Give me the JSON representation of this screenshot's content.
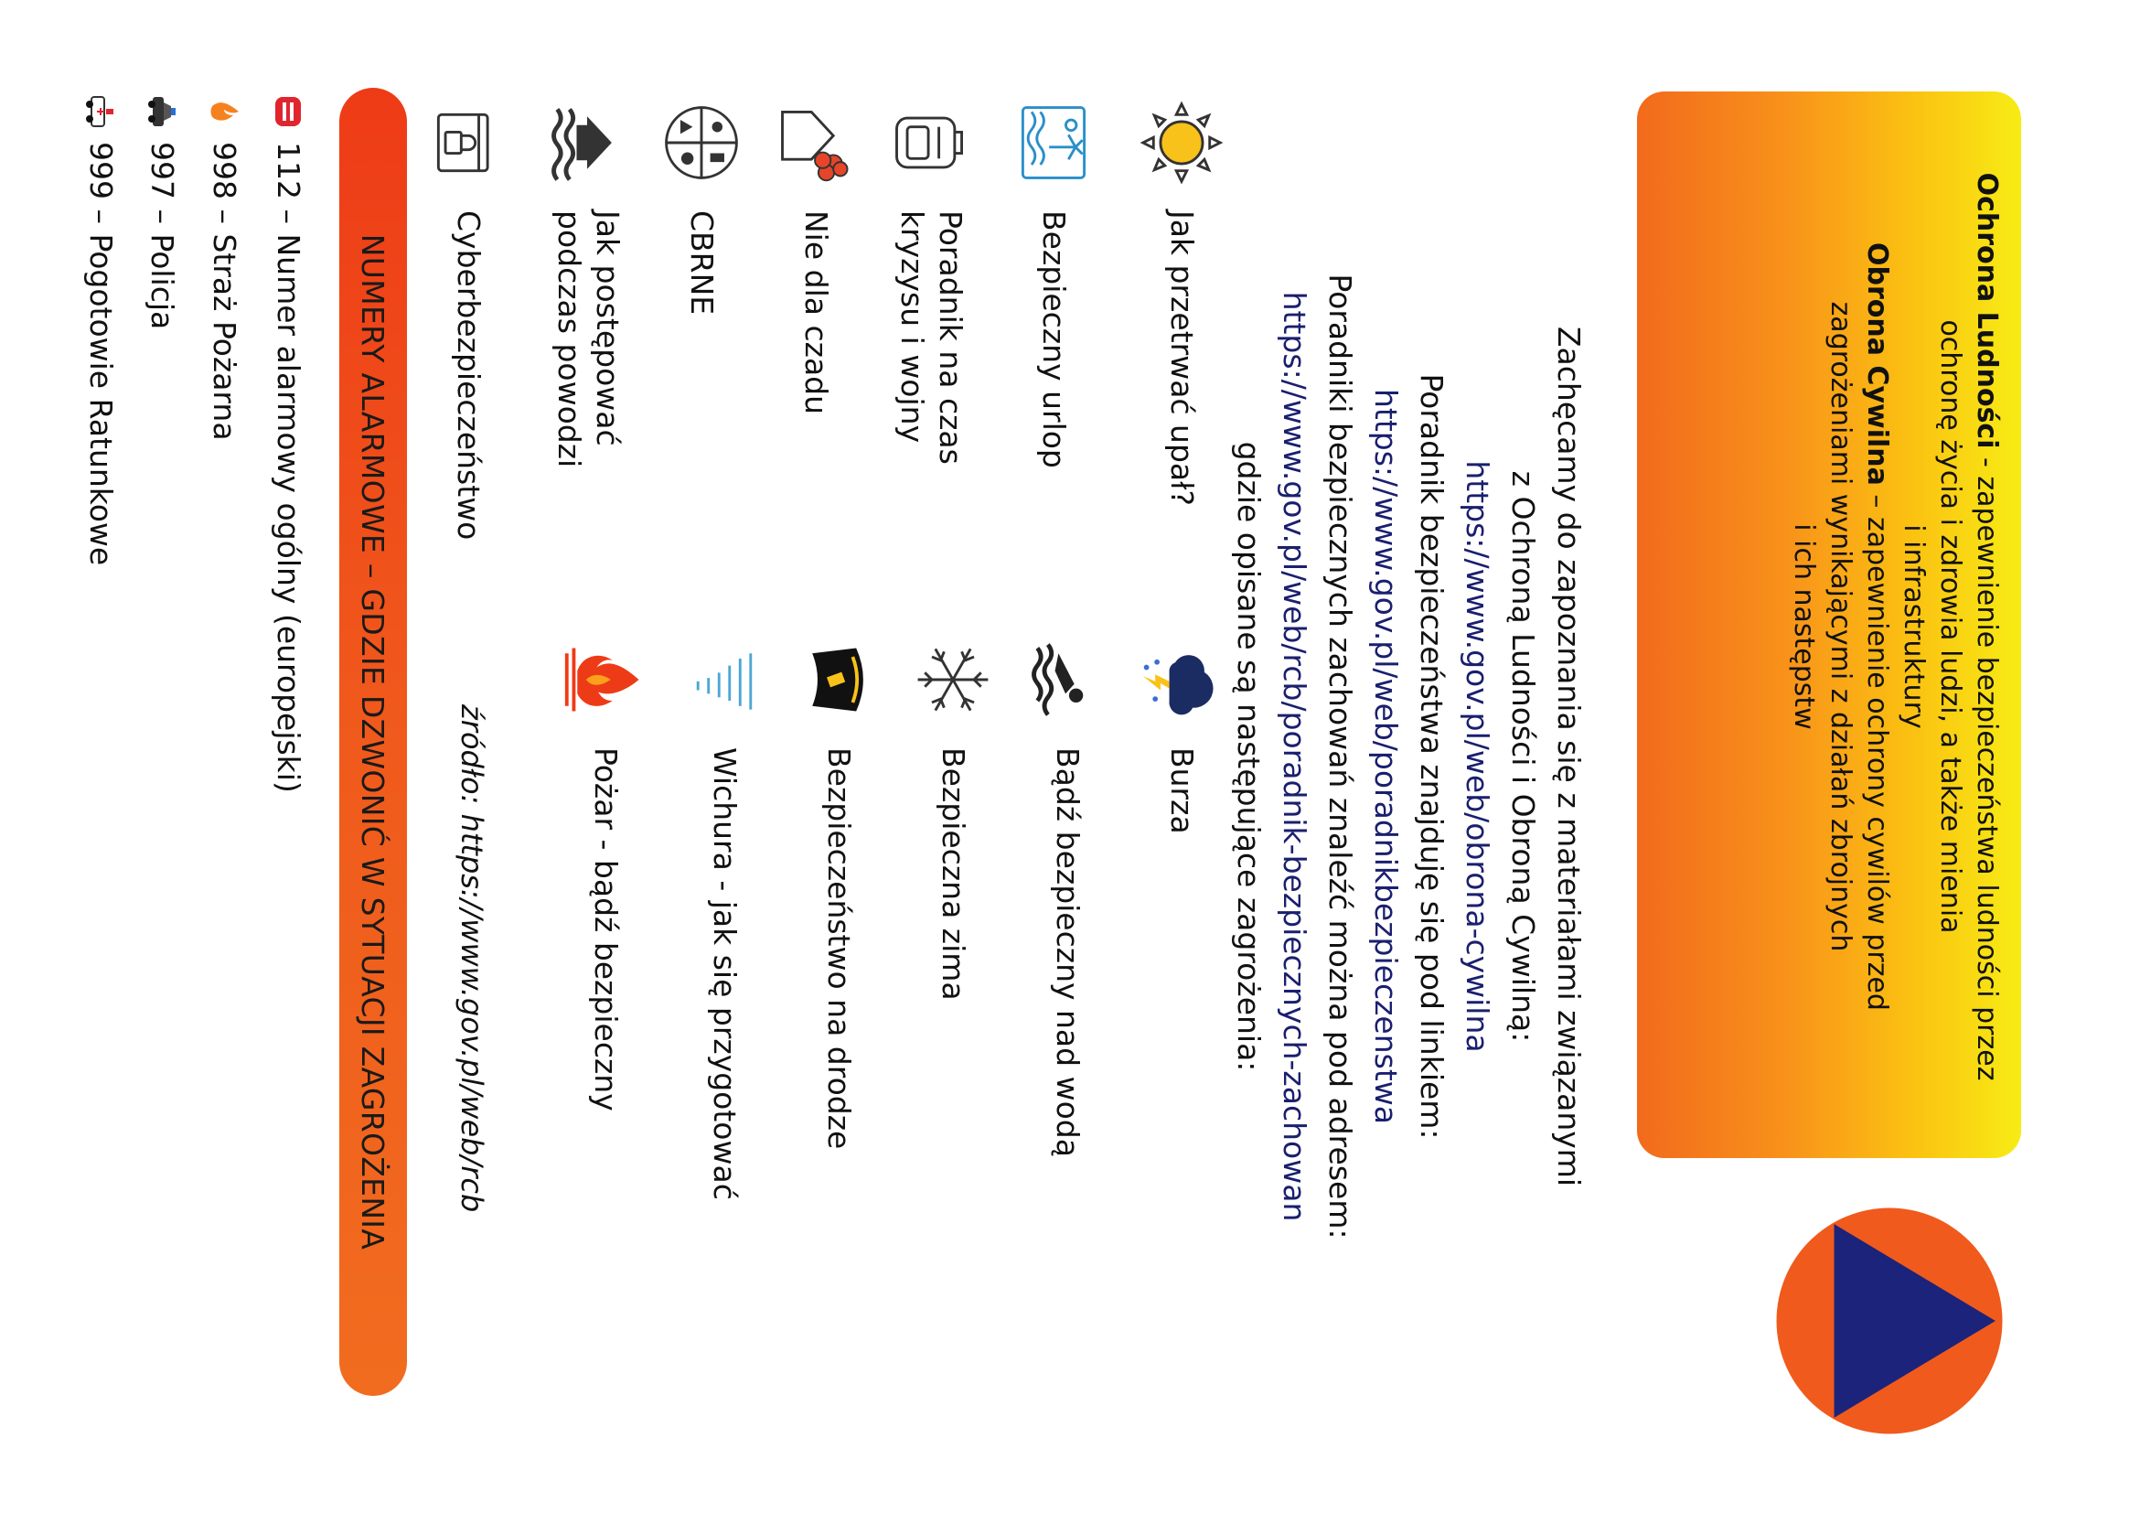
{
  "header": {
    "ochrona_title": "Ochrona Ludności",
    "ochrona_l1": " - zapewnienie bezpieczeństwa ludności przez",
    "ochrona_l2": "ochronę życia i zdrowia ludzi, a także mienia",
    "ochrona_l3": "i infrastruktury",
    "obrona_title": "Obrona Cywilna",
    "obrona_l1": " – zapewnienie ochrony cywilów przed",
    "obrona_l2": "zagrożeniami wynikającymi z działań zbrojnych",
    "obrona_l3": "i ich następstw"
  },
  "intro": {
    "l1": "Zachęcamy do zapoznania się z materiałami związanymi",
    "l2": "z Ochroną Ludności i Obroną Cywilną:",
    "link1": "https://www.gov.pl/web/obrona-cywilna",
    "l3": "Poradnik bezpieczeństwa znajduję się pod linkiem:",
    "link2": "https://www.gov.pl/web/poradnikbezpieczenstwa",
    "l4": "Poradniki bezpiecznych zachowań znaleźć można pod adresem:",
    "link3": "https://www.gov.pl/web/rcb/poradnik-bezpiecznych-zachowan",
    "l5": "gdzie opisane są następujące  zagrożenia:"
  },
  "topics_left": [
    {
      "label": "Jak przetrwać upał?",
      "icon": "sun-icon"
    },
    {
      "label": "Bezpieczny urlop",
      "icon": "beach-icon"
    },
    {
      "label": "Poradnik na czas",
      "label2": "kryzysu i wojny",
      "icon": "backpack-icon"
    },
    {
      "label": "Nie dla czadu",
      "icon": "house-smoke-icon"
    },
    {
      "label": "CBRNE",
      "icon": "cbrne-icon"
    },
    {
      "label": "Jak postępować",
      "label2": "podczas powodzi",
      "icon": "flood-icon"
    },
    {
      "label": "Cyberbezpieczeństwo",
      "icon": "cyber-lock-icon"
    }
  ],
  "topics_right": [
    {
      "label": "Burza",
      "icon": "storm-cloud-icon"
    },
    {
      "label": "Bądź bezpieczny nad wodą",
      "icon": "swimmer-icon"
    },
    {
      "label": "Bezpieczna zima",
      "icon": "snowflake-icon"
    },
    {
      "label": "Bezpieczeństwo na drodze",
      "icon": "road-icon"
    },
    {
      "label": "Wichura - jak się przygotować",
      "icon": "wind-icon"
    },
    {
      "label": "Pożar - bądź bezpieczny",
      "icon": "fire-icon"
    }
  ],
  "source": "źródło: https://www.gov.pl/web/rcb",
  "alarm_bar": "NUMERY ALARMOWE – GDZIE DZWONIĆ W SYTUACJI ZAGROŻENIA",
  "numbers": [
    {
      "label": "112 – Numer alarmowy ogólny (europejski)",
      "icon": "phone-112-icon"
    },
    {
      "label": "998 – Straż Pożarna",
      "icon": "flame-icon"
    },
    {
      "label": "997 – Policja",
      "icon": "police-car-icon"
    },
    {
      "label": "999 – Pogotowie Ratunkowe",
      "icon": "ambulance-icon"
    }
  ],
  "colors": {
    "link": "#1a1f6e",
    "civil_defence_orange": "#f05a1c",
    "civil_defence_blue": "#1b237a"
  }
}
